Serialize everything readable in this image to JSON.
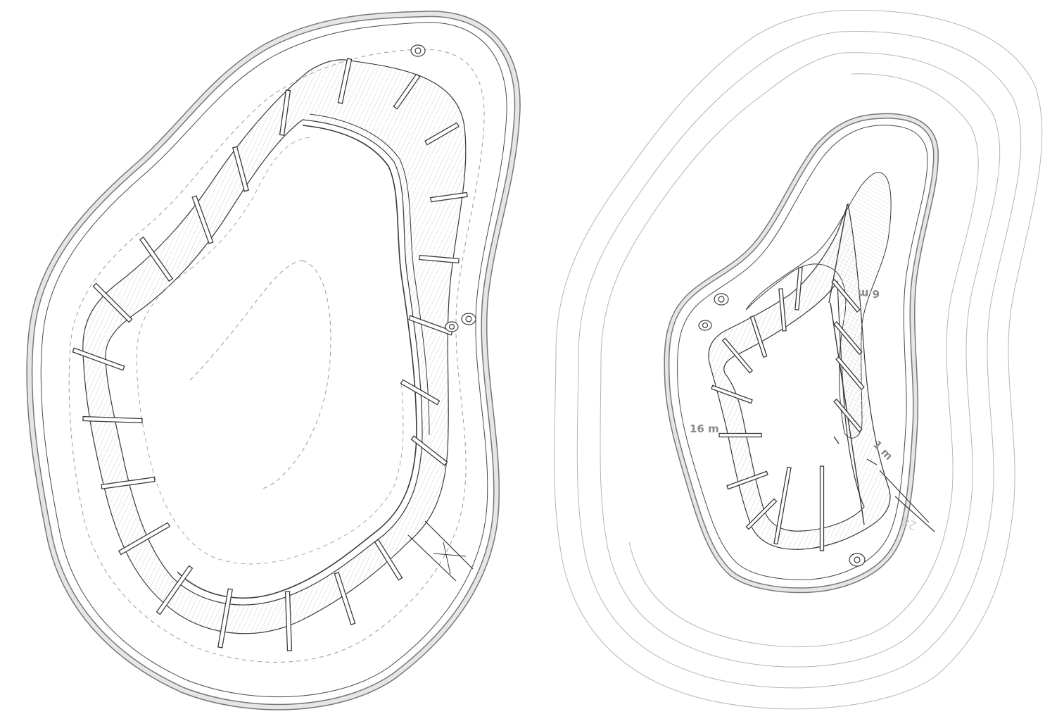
{
  "plans": {
    "left": {
      "elements": [
        "outer-wall",
        "walkway",
        "inner-ramp",
        "dashed-path",
        "entrance",
        "people"
      ]
    },
    "right": {
      "elements": [
        "outer-wall",
        "contour-lines",
        "inner-ramp",
        "entrance",
        "people"
      ],
      "dimensions": {
        "width": "16 m",
        "depth_6": "6 m",
        "step_1": "1 m",
        "slope": "28"
      }
    }
  },
  "colors": {
    "line": "#3a3a3a",
    "light_line": "#b5b5b5",
    "hatch": "#d7d7d7",
    "label": "#8a8a8a"
  }
}
